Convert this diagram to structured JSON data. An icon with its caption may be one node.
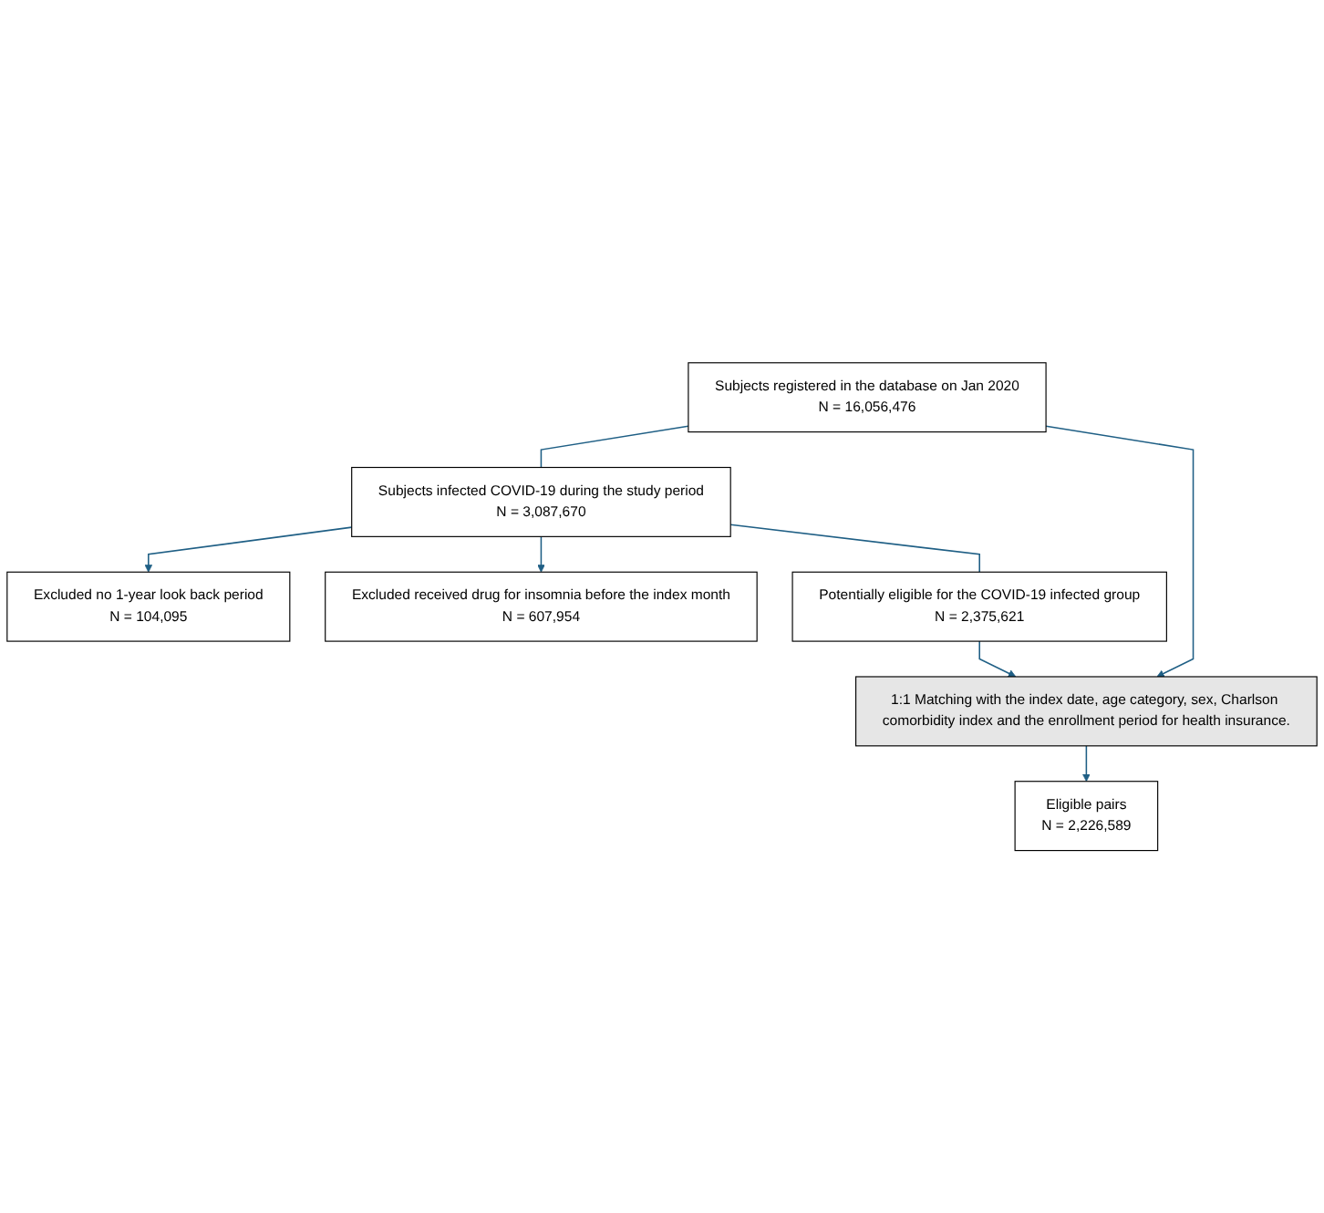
{
  "diagram": {
    "nodes": [
      {
        "text": [
          "Subjects registered in the database on Jan 2020",
          "N = 16,056,476"
        ]
      },
      {
        "text": [
          "Subjects infected COVID-19 during the study period",
          "N = 3,087,670"
        ]
      },
      {
        "text": [
          "Excluded no 1-year look back period",
          "N = 104,095"
        ]
      },
      {
        "text": [
          "Excluded received drug for insomnia before the index month",
          "N = 607,954"
        ]
      },
      {
        "text": [
          "Potentially eligible for the COVID-19 infected group",
          "N = 2,375,621"
        ]
      },
      {
        "text": [
          "1:1 Matching with the index date, age category, sex, Charlson comorbidity index and the enrollment period for health insurance."
        ]
      },
      {
        "text": [
          "Eligible pairs",
          "N = 2,226,589"
        ]
      }
    ],
    "edges": [
      {
        "from": 0,
        "to": 1,
        "arrow": "none"
      },
      {
        "from": 1,
        "to": 2,
        "arrow": "to"
      },
      {
        "from": 1,
        "to": 3,
        "arrow": "to"
      },
      {
        "from": 1,
        "to": 4,
        "arrow": "none"
      },
      {
        "from": 4,
        "to": 5,
        "arrow": "to"
      },
      {
        "from": 0,
        "to": 5,
        "arrow": "to"
      },
      {
        "from": 5,
        "to": 6,
        "arrow": "to"
      }
    ]
  }
}
